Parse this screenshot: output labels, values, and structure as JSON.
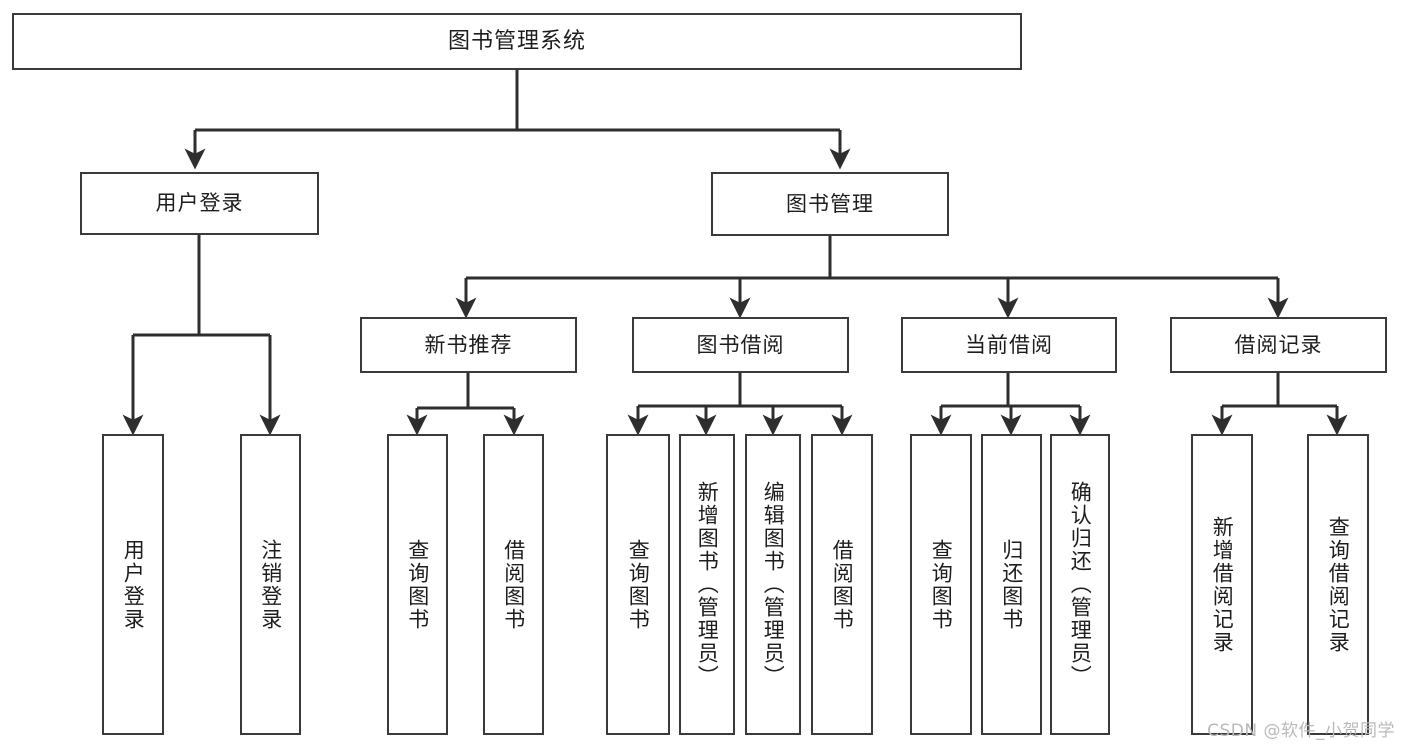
{
  "diagram": {
    "title": "图书管理系统",
    "type": "function-structure-tree",
    "watermark": "CSDN @软件_小贺同学",
    "colors": {
      "stroke": "#3a3a3a",
      "fill": "#ffffff",
      "text": "#1d1d1d",
      "watermark": "#b9b9b9"
    },
    "levels": {
      "root": {
        "label": "图书管理系统"
      },
      "level1": [
        {
          "label": "用户登录"
        },
        {
          "label": "图书管理"
        }
      ],
      "level2": [
        {
          "label": "新书推荐"
        },
        {
          "label": "图书借阅"
        },
        {
          "label": "当前借阅"
        },
        {
          "label": "借阅记录"
        }
      ],
      "leaves": {
        "user_login": [
          {
            "label": "用户登录"
          },
          {
            "label": "注销登录"
          }
        ],
        "new_book_recommend": [
          {
            "label": "查询图书"
          },
          {
            "label": "借阅图书"
          }
        ],
        "book_borrow": [
          {
            "label": "查询图书"
          },
          {
            "label": "新增图书（管理员）"
          },
          {
            "label": "编辑图书（管理员）"
          },
          {
            "label": "借阅图书"
          }
        ],
        "current_borrow": [
          {
            "label": "查询图书"
          },
          {
            "label": "归还图书"
          },
          {
            "label": "确认归还（管理员）"
          }
        ],
        "borrow_record": [
          {
            "label": "新增借阅记录"
          },
          {
            "label": "查询借阅记录"
          }
        ]
      }
    }
  }
}
